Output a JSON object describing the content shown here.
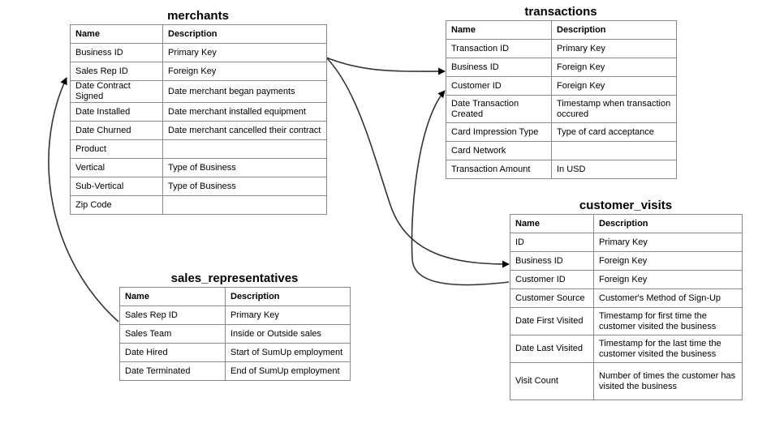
{
  "header_labels": {
    "name": "Name",
    "description": "Description"
  },
  "tables": {
    "merchants": {
      "title": "merchants",
      "rows": [
        {
          "name": "Business ID",
          "description": "Primary Key"
        },
        {
          "name": "Sales Rep ID",
          "description": "Foreign Key"
        },
        {
          "name": "Date Contract Signed",
          "description": "Date merchant began payments"
        },
        {
          "name": "Date Installed",
          "description": "Date merchant installed equipment"
        },
        {
          "name": "Date Churned",
          "description": "Date merchant cancelled their contract"
        },
        {
          "name": "Product",
          "description": ""
        },
        {
          "name": "Vertical",
          "description": "Type of Business"
        },
        {
          "name": "Sub-Vertical",
          "description": "Type of Business"
        },
        {
          "name": "Zip Code",
          "description": ""
        }
      ]
    },
    "transactions": {
      "title": "transactions",
      "rows": [
        {
          "name": "Transaction ID",
          "description": "Primary Key"
        },
        {
          "name": "Business ID",
          "description": "Foreign Key"
        },
        {
          "name": "Customer ID",
          "description": "Foreign Key"
        },
        {
          "name": "Date Transaction Created",
          "description": "Timestamp when transaction occured"
        },
        {
          "name": "Card Impression Type",
          "description": "Type of card acceptance"
        },
        {
          "name": "Card Network",
          "description": ""
        },
        {
          "name": "Transaction Amount",
          "description": "In USD"
        }
      ]
    },
    "customer_visits": {
      "title": "customer_visits",
      "rows": [
        {
          "name": "ID",
          "description": "Primary Key"
        },
        {
          "name": "Business ID",
          "description": "Foreign Key"
        },
        {
          "name": "Customer ID",
          "description": "Foreign Key"
        },
        {
          "name": "Customer Source",
          "description": "Customer's Method of Sign-Up"
        },
        {
          "name": "Date First Visited",
          "description": "Timestamp for first time the customer visited the business"
        },
        {
          "name": "Date Last Visited",
          "description": "Timestamp for the last time the customer visited the business"
        },
        {
          "name": "Visit Count",
          "description": "Number of times the customer has visited the business"
        }
      ]
    },
    "sales_representatives": {
      "title": "sales_representatives",
      "rows": [
        {
          "name": "Sales Rep ID",
          "description": "Primary Key"
        },
        {
          "name": "Sales Team",
          "description": "Inside or Outside sales"
        },
        {
          "name": "Date Hired",
          "description": "Start of SumUp employment"
        },
        {
          "name": "Date Terminated",
          "description": "End of SumUp employment"
        }
      ]
    }
  },
  "relationships": [
    {
      "from": "merchants.Business ID",
      "to": "transactions.Business ID"
    },
    {
      "from": "merchants.Business ID",
      "to": "customer_visits.Business ID"
    },
    {
      "from": "customer_visits.Customer ID",
      "to": "transactions.Customer ID"
    },
    {
      "from": "sales_representatives.Sales Rep ID",
      "to": "merchants.Sales Rep ID"
    }
  ]
}
